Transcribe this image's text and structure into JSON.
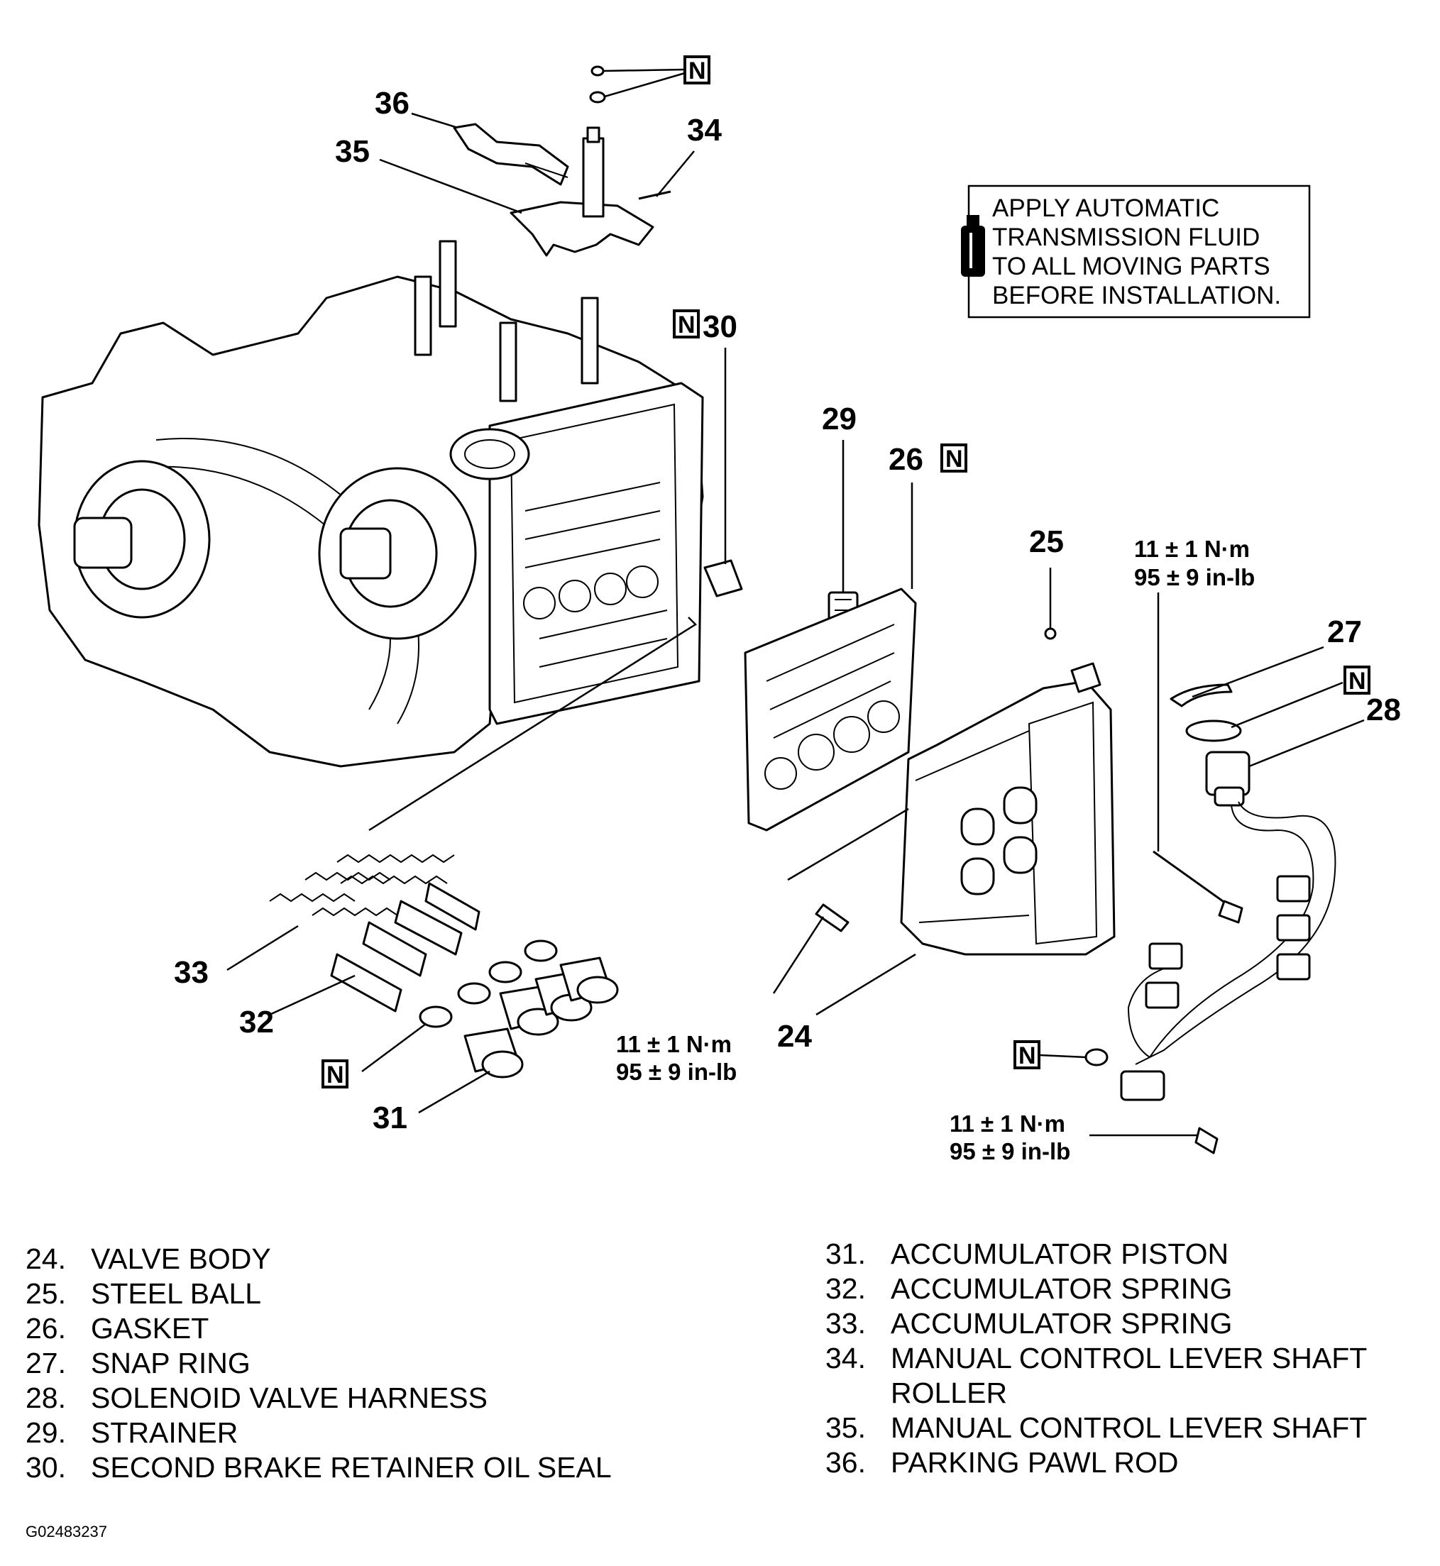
{
  "callouts": {
    "c24": "24",
    "c25": "25",
    "c26": "26",
    "c27": "27",
    "c28": "28",
    "c29": "29",
    "c30": "30",
    "c31": "31",
    "c32": "32",
    "c33": "33",
    "c34": "34",
    "c35": "35",
    "c36": "36"
  },
  "new_part_mark": "N",
  "torque": {
    "line1": "11 ± 1 N·m",
    "line2": "95 ± 9 in-lb"
  },
  "note": {
    "lines": [
      "APPLY AUTOMATIC",
      "TRANSMISSION FLUID",
      "TO ALL MOVING PARTS",
      "BEFORE INSTALLATION."
    ],
    "icon": "fluid-bottle-icon"
  },
  "legend_left": [
    {
      "num": "24.",
      "text": "VALVE BODY"
    },
    {
      "num": "25.",
      "text": "STEEL BALL"
    },
    {
      "num": "26.",
      "text": "GASKET"
    },
    {
      "num": "27.",
      "text": "SNAP RING"
    },
    {
      "num": "28.",
      "text": "SOLENOID VALVE HARNESS"
    },
    {
      "num": "29.",
      "text": "STRAINER"
    },
    {
      "num": "30.",
      "text": "SECOND BRAKE RETAINER OIL SEAL"
    }
  ],
  "legend_right": [
    {
      "num": "31.",
      "text": "ACCUMULATOR PISTON"
    },
    {
      "num": "32.",
      "text": "ACCUMULATOR SPRING"
    },
    {
      "num": "33.",
      "text": "ACCUMULATOR SPRING"
    },
    {
      "num": "34.",
      "text": "MANUAL CONTROL LEVER SHAFT"
    },
    {
      "num": "",
      "text": "ROLLER"
    },
    {
      "num": "35.",
      "text": "MANUAL CONTROL LEVER SHAFT"
    },
    {
      "num": "36.",
      "text": "PARKING PAWL ROD"
    }
  ],
  "figure_code": "G02483237"
}
